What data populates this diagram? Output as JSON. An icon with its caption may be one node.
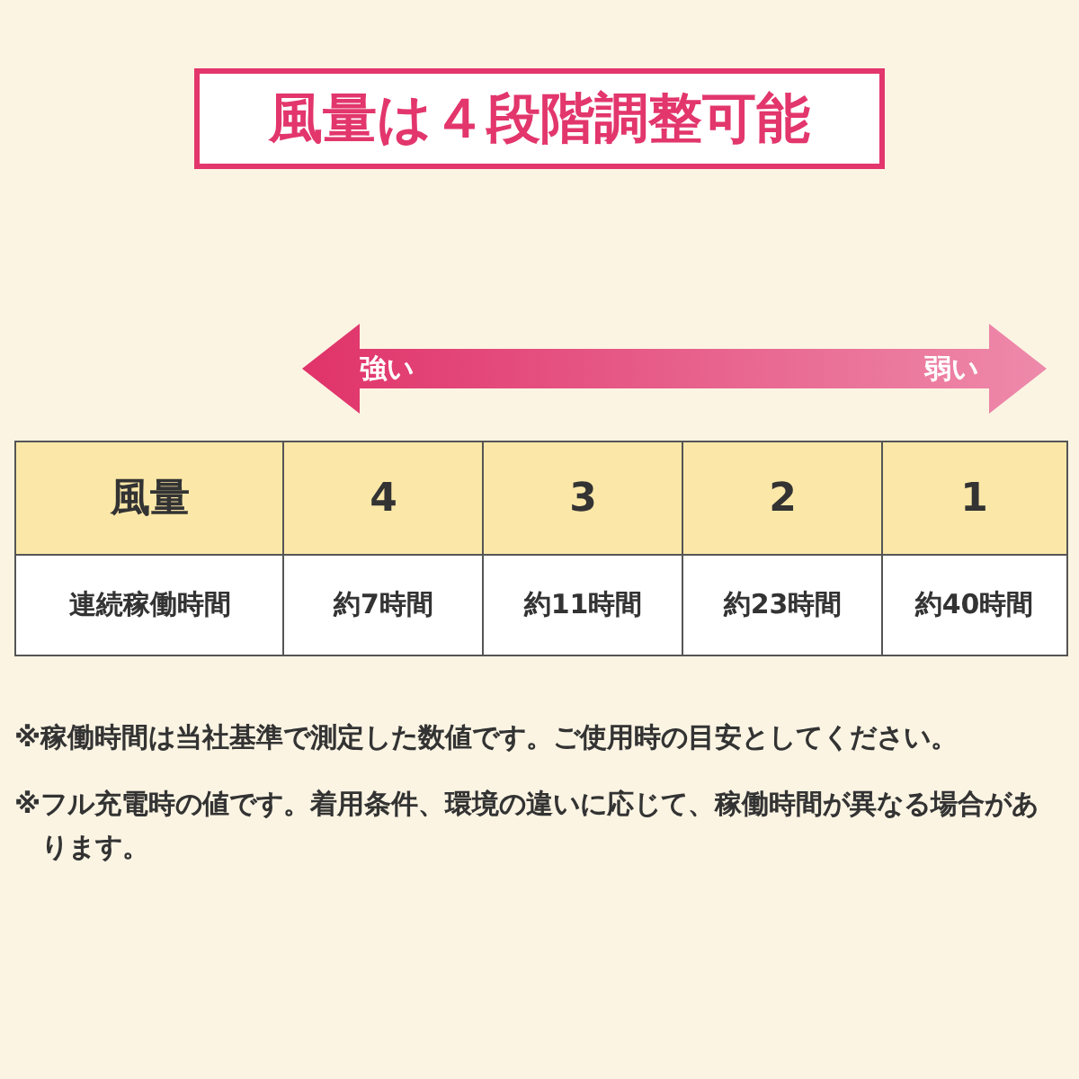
{
  "diagram": {
    "title": "風量は４段階調整可能",
    "labels": [
      "強い",
      "弱い",
      "風量",
      "4",
      "3",
      "2",
      "1",
      "連続稼働時間",
      "約7時間",
      "約11時間",
      "約23時間",
      "約40時間",
      "※稼働時間は当社基準で測定した数値です。ご使用時の目安としてください。",
      "※フル充電時の値です。着用条件、環境の違いに応じて、稼働時間が異なる場合があります。"
    ]
  }
}
